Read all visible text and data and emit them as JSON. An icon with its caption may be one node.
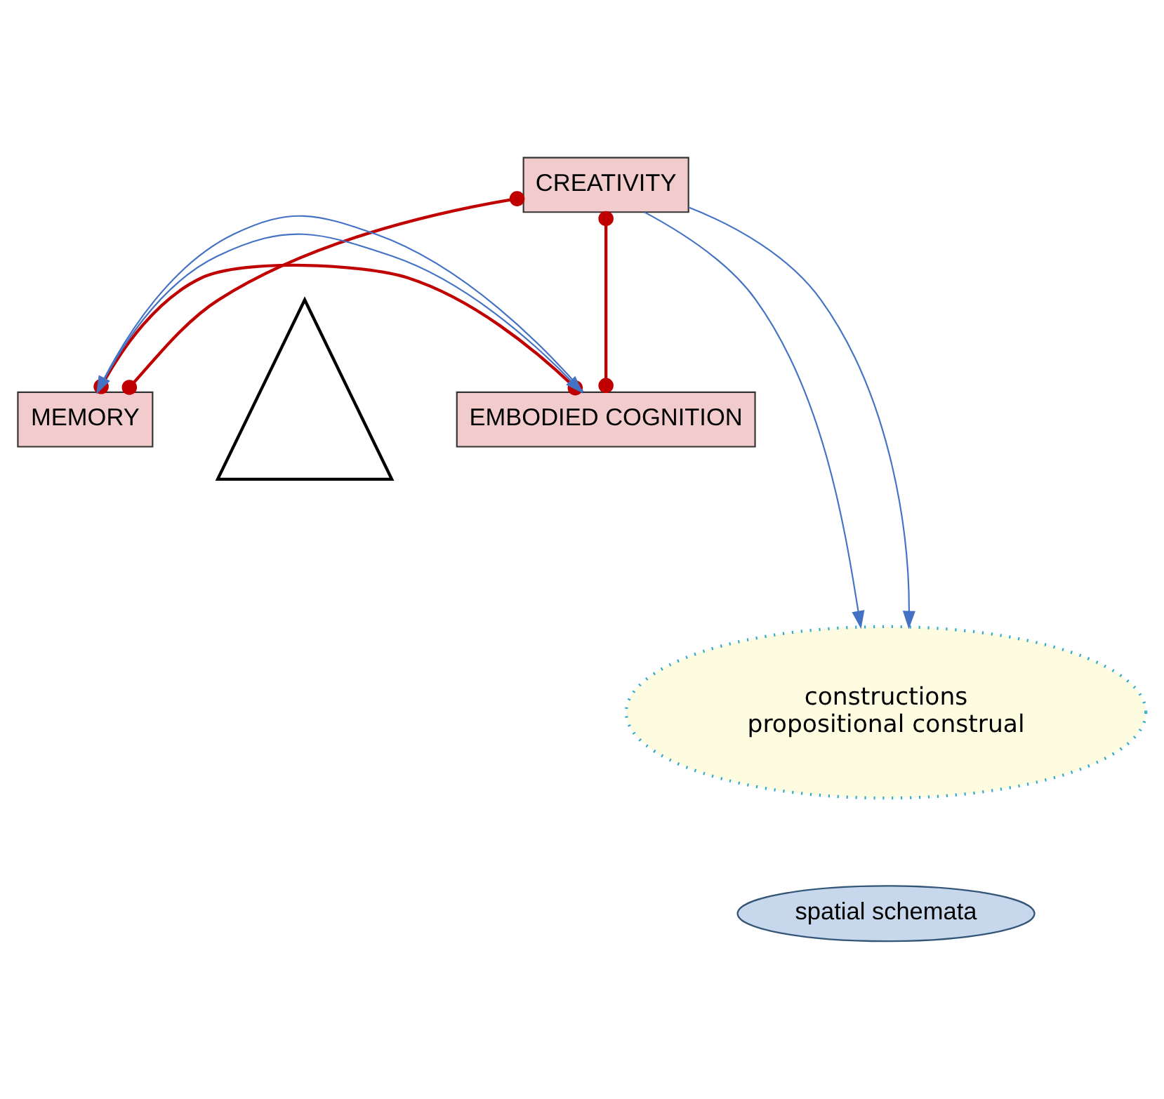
{
  "diagram": {
    "nodes": [
      {
        "text": [
          "CREATIVITY"
        ]
      },
      {
        "text": [
          "MEMORY"
        ]
      },
      {
        "text": [
          "EMBODIED COGNITION"
        ]
      },
      {
        "text": [],
        "shape": "triangle"
      },
      {
        "text": [
          "constructions",
          "propositional construal"
        ]
      },
      {
        "text": [
          "spatial schemata"
        ]
      }
    ],
    "edges": [
      {
        "from": 0,
        "to": 1,
        "arrow": "other",
        "color": "#c00000"
      },
      {
        "from": 0,
        "to": 2,
        "arrow": "other",
        "color": "#c00000"
      },
      {
        "from": 1,
        "to": 2,
        "arrow": "other",
        "color": "#c00000"
      },
      {
        "from": 0,
        "to": 4,
        "arrow": "to"
      },
      {
        "from": 0,
        "to": 4,
        "arrow": "to"
      },
      {
        "from": 1,
        "to": 2,
        "arrow": "to"
      },
      {
        "from": 2,
        "to": 1,
        "arrow": "to"
      }
    ]
  }
}
